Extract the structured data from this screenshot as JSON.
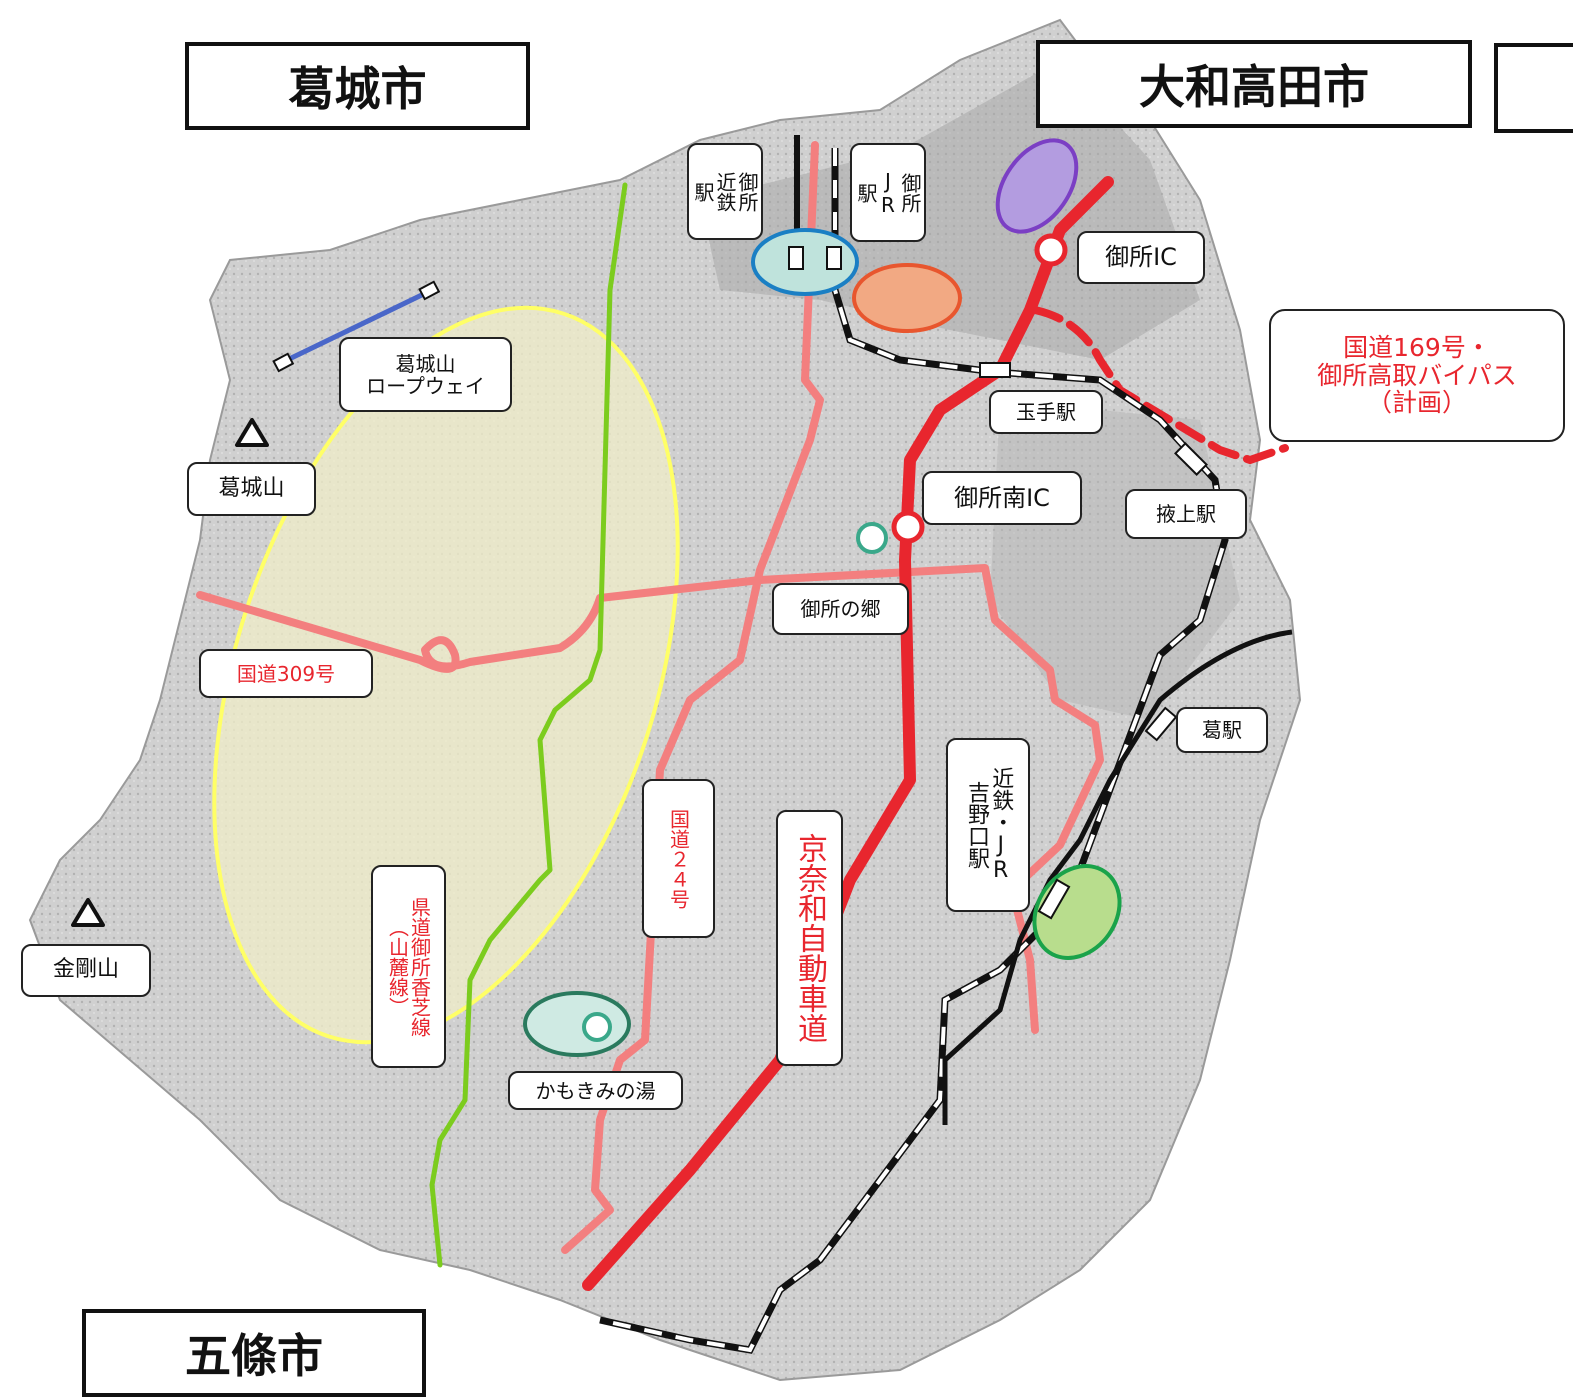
{
  "cities": {
    "katsuragi": "葛城市",
    "yamatotakada": "大和高田市",
    "gojo": "五條市"
  },
  "labels": {
    "kintetsu_gose_station": "御所\n近鉄\n駅",
    "jr_gose_station": "御所\nJR\n駅",
    "gose_ic": "御所IC",
    "route169": "国道169号・\n御所高取バイパス\n（計画）",
    "tamade_station": "玉手駅",
    "gose_minami_ic": "御所南IC",
    "wakigami_station": "掖上駅",
    "gose_no_sato": "御所の郷",
    "katsuragi_ropeway": "葛城山\nロープウェイ",
    "mt_katsuragi": "葛城山",
    "route309": "国道309号",
    "kuzu_station": "葛駅",
    "yoshinoguchi_station": "近鉄・JR\n吉野口駅",
    "route24": "国道２４号",
    "keinawa_expressway": "京奈和自動車道",
    "prefectural_road": "県道御所香芝線\n（山麓線）",
    "mt_kongo": "金剛山",
    "kamokimi_no_yu": "かもきみの湯"
  },
  "colors": {
    "national_road": "#f37f7f",
    "expressway": "#e8262e",
    "prefectural_road": "#7ccc1e",
    "ropeway": "#4a67c9",
    "highlight_area": "#ffff66"
  },
  "icons": [
    "mountain-triangle-icon",
    "interchange-circle-icon",
    "station-rect-icon",
    "spot-circle-icon"
  ]
}
